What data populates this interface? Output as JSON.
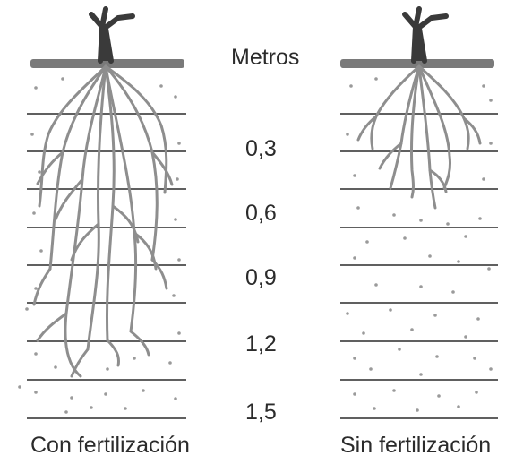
{
  "diagram": {
    "depth_unit": "Metros",
    "depth_labels": [
      "0,3",
      "0,6",
      "0,9",
      "1,2",
      "1,5"
    ],
    "left_caption": "Con fertilización",
    "right_caption": "Sin fertilización"
  },
  "colors": {
    "ink": "#2b2b2b",
    "root": "#8e8e8e",
    "root_outline": "#555555",
    "stem": "#3a3a3a",
    "ground": "#7a7a7a",
    "soil_dot": "#9a9a9a"
  }
}
